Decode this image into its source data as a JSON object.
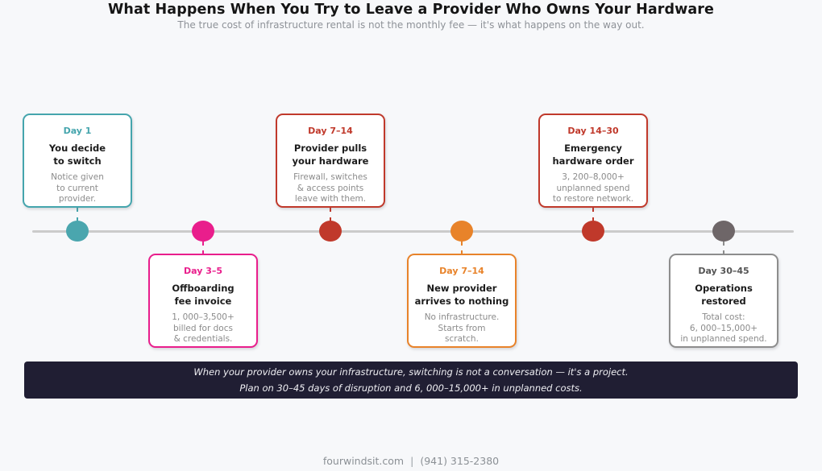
{
  "header": {
    "title": "What Happens When You Try to Leave a Provider Who Owns Your Hardware",
    "subtitle": "The true cost of infrastructure rental is not the monthly fee — it's what happens on the way out."
  },
  "timeline": {
    "axis_color": "#cbcbcb",
    "events": [
      {
        "day_label": "Day 1",
        "heading_lines": [
          "You decide",
          "to switch"
        ],
        "body_lines": [
          "Notice given",
          "to current",
          "provider."
        ],
        "color": "#45a5ad",
        "dot_color": "#4aa6ae",
        "position": "above"
      },
      {
        "day_label": "Day 3–5",
        "heading_lines": [
          "Offboarding",
          "fee invoice"
        ],
        "body_lines": [
          "1, 000–3,500+",
          "billed for docs",
          "& credentials."
        ],
        "color": "#e91e8c",
        "dot_color": "#e91e8c",
        "position": "below"
      },
      {
        "day_label": "Day 7–14",
        "heading_lines": [
          "Provider pulls",
          "your hardware"
        ],
        "body_lines": [
          "Firewall, switches",
          "& access points",
          "leave with them."
        ],
        "color": "#c0392b",
        "dot_color": "#c0392b",
        "position": "above"
      },
      {
        "day_label": "Day 7–14",
        "heading_lines": [
          "New provider",
          "arrives to nothing"
        ],
        "body_lines": [
          "No infrastructure.",
          "Starts from",
          "scratch."
        ],
        "color": "#e8832a",
        "dot_color": "#e8832a",
        "position": "below"
      },
      {
        "day_label": "Day 14–30",
        "heading_lines": [
          "Emergency",
          "hardware order"
        ],
        "body_lines": [
          "3, 200–8,000+",
          "unplanned spend",
          "to restore network."
        ],
        "color": "#c0392b",
        "dot_color": "#c0392b",
        "position": "above"
      },
      {
        "day_label": "Day 30–45",
        "heading_lines": [
          "Operations",
          "restored"
        ],
        "body_lines": [
          "Total cost:",
          "6, 000–15,000+",
          "in unplanned spend."
        ],
        "color": "#8d8d8d",
        "dot_color": "#6e6668",
        "label_color": "#555555",
        "position": "below"
      }
    ]
  },
  "banner": {
    "line1": "When your provider owns your infrastructure, switching is not a conversation — it's a project.",
    "line2": "Plan on 30–45 days of disruption and 6, 000–15,000+ in unplanned costs.",
    "background": "#201e33"
  },
  "footer": {
    "website": "fourwindsit.com",
    "separator": "|",
    "phone": "(941) 315-2380"
  }
}
